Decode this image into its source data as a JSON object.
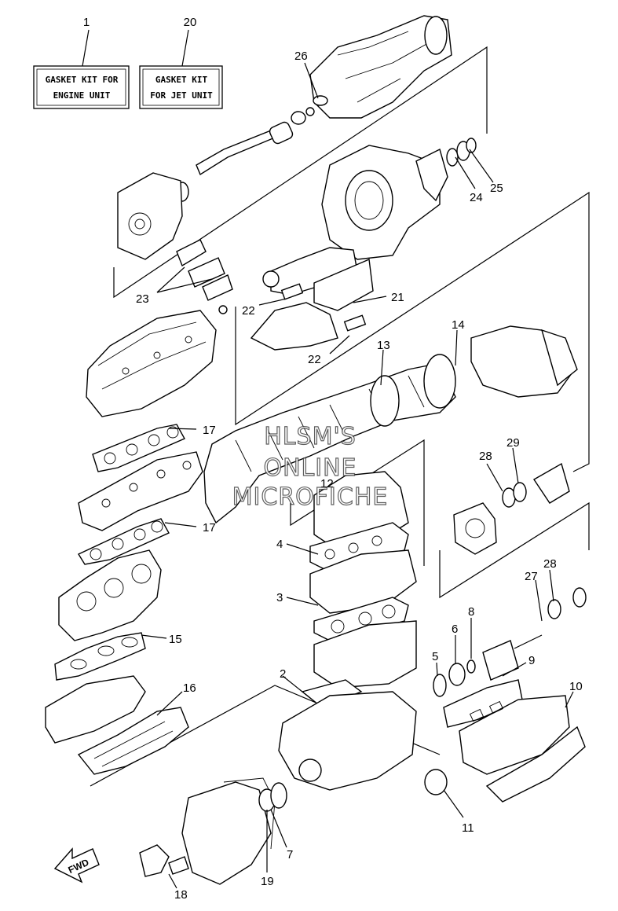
{
  "kit_labels": {
    "engine": {
      "number": "1",
      "line1": "GASKET KIT FOR",
      "line2": "ENGINE UNIT"
    },
    "jet": {
      "number": "20",
      "line1": "GASKET KIT",
      "line2": "FOR JET UNIT"
    }
  },
  "callouts": [
    "2",
    "3",
    "4",
    "5",
    "6",
    "7",
    "8",
    "9",
    "10",
    "11",
    "12",
    "13",
    "14",
    "15",
    "16",
    "17",
    "17",
    "18",
    "19",
    "21",
    "22",
    "22",
    "23",
    "24",
    "25",
    "26",
    "27",
    "28",
    "28",
    "29"
  ],
  "watermark": {
    "line1": "HLSM'S",
    "line2": "ONLINE",
    "line3": "MICROFICHE"
  },
  "direction_label": "FWD"
}
